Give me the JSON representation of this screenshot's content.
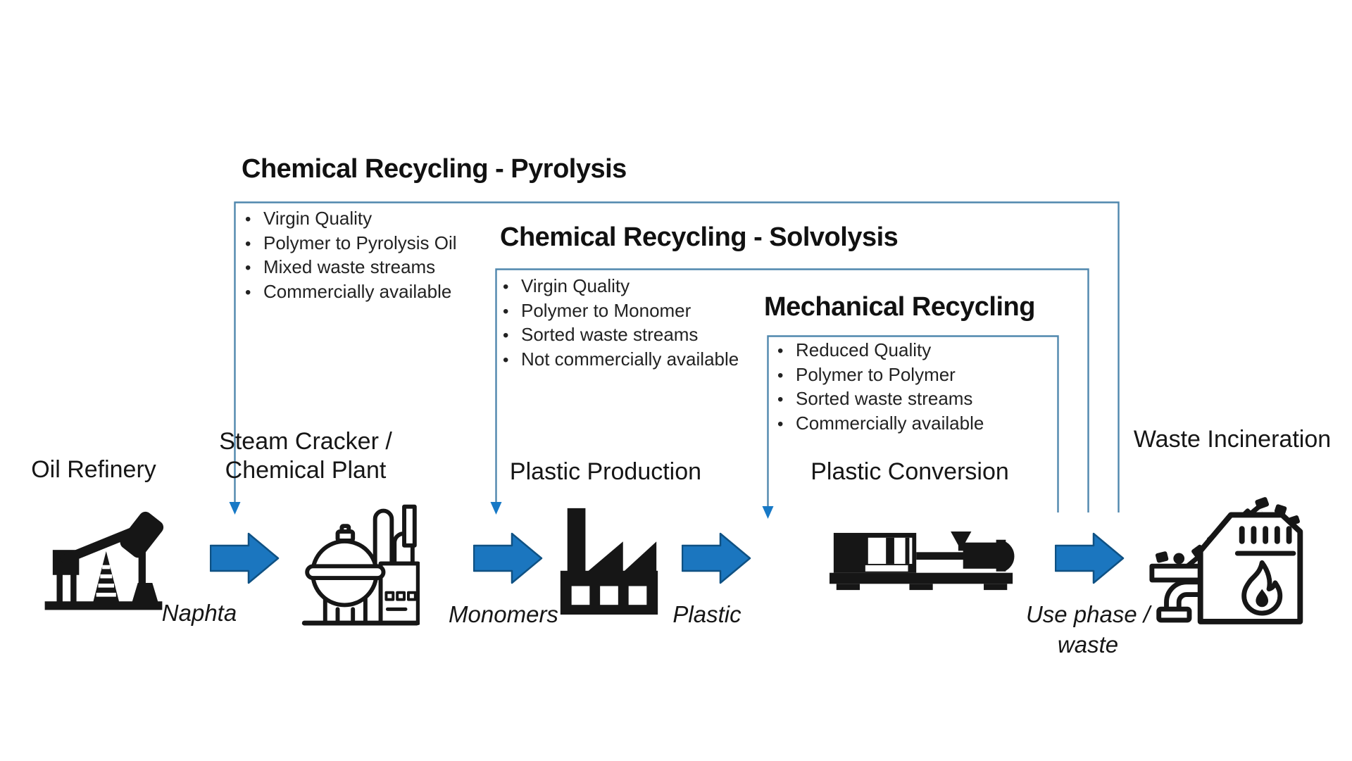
{
  "sections": [
    {
      "title": "Chemical Recycling - Pyrolysis",
      "bullets": [
        "Virgin Quality",
        "Polymer to Pyrolysis Oil",
        "Mixed waste streams",
        "Commercially available"
      ]
    },
    {
      "title": "Chemical Recycling - Solvolysis",
      "bullets": [
        "Virgin Quality",
        "Polymer to Monomer",
        "Sorted waste streams",
        "Not commercially available"
      ]
    },
    {
      "title": "Mechanical Recycling",
      "bullets": [
        "Reduced Quality",
        "Polymer to Polymer",
        "Sorted waste streams",
        "Commercially available"
      ]
    }
  ],
  "stages": [
    {
      "label": "Oil Refinery",
      "icon": "oil-pump-icon"
    },
    {
      "label_line1": "Steam Cracker /",
      "label_line2": "Chemical Plant",
      "icon": "chemical-plant-icon"
    },
    {
      "label": "Plastic Production",
      "icon": "factory-icon"
    },
    {
      "label": "Plastic Conversion",
      "icon": "injection-molding-machine-icon"
    },
    {
      "label": "Waste Incineration",
      "icon": "incinerator-icon"
    }
  ],
  "flows": [
    {
      "label": "Naphta"
    },
    {
      "label": "Monomers"
    },
    {
      "label": "Plastic"
    },
    {
      "label_line1": "Use phase /",
      "label_line2": "waste"
    }
  ],
  "colors": {
    "flow_arrow_fill": "#1b76bf",
    "flow_arrow_border": "#0f5183",
    "loop_line": "#4f87ad",
    "loop_arrowhead": "#1779c6",
    "ink": "#1a1a1a",
    "background": "#ffffff"
  }
}
